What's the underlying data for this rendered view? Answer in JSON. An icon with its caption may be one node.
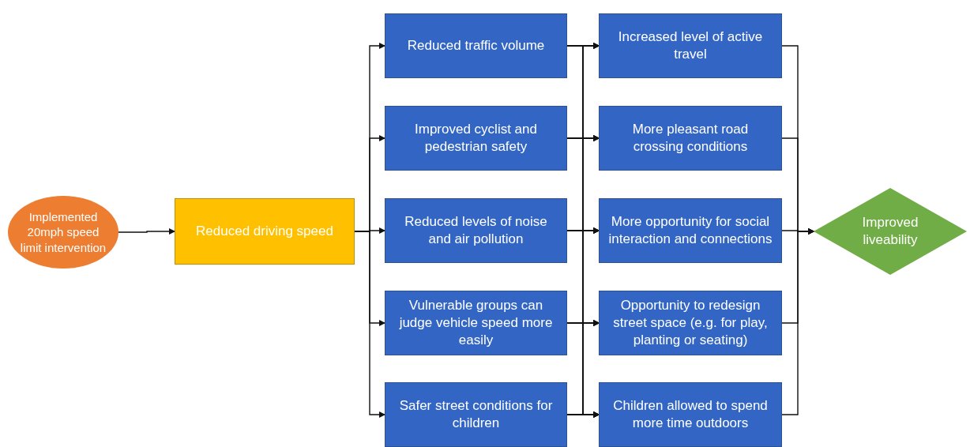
{
  "diagram": {
    "nodes": [
      {
        "text": [
          "Implemented 20mph speed limit intervention"
        ]
      },
      {
        "text": [
          "Reduced driving speed"
        ]
      },
      {
        "text": [
          "Reduced traffic volume"
        ]
      },
      {
        "text": [
          "Improved cyclist and pedestrian safety"
        ]
      },
      {
        "text": [
          "Reduced levels of noise and air pollution"
        ]
      },
      {
        "text": [
          "Vulnerable groups can judge vehicle speed more easily"
        ]
      },
      {
        "text": [
          "Safer street conditions for children"
        ]
      },
      {
        "text": [
          "Increased level of active travel"
        ]
      },
      {
        "text": [
          "More pleasant road crossing conditions"
        ]
      },
      {
        "text": [
          "More opportunity for social interaction and connections"
        ]
      },
      {
        "text": [
          "Opportunity to redesign street space (e.g. for play, planting or seating)"
        ]
      },
      {
        "text": [
          "Children allowed to spend more time outdoors"
        ]
      },
      {
        "text": [
          "Improved liveability"
        ]
      }
    ],
    "edges": [
      {
        "from": 0,
        "to": 1,
        "arrow": "to"
      },
      {
        "from": 1,
        "to": 2,
        "arrow": "to"
      },
      {
        "from": 1,
        "to": 3,
        "arrow": "to"
      },
      {
        "from": 1,
        "to": 4,
        "arrow": "to"
      },
      {
        "from": 1,
        "to": 5,
        "arrow": "to"
      },
      {
        "from": 1,
        "to": 6,
        "arrow": "to"
      },
      {
        "from": 2,
        "to": 7,
        "arrow": "to"
      },
      {
        "from": 2,
        "to": 8,
        "arrow": "to"
      },
      {
        "from": 2,
        "to": 9,
        "arrow": "to"
      },
      {
        "from": 2,
        "to": 10,
        "arrow": "to"
      },
      {
        "from": 2,
        "to": 11,
        "arrow": "to"
      },
      {
        "from": 3,
        "to": 7,
        "arrow": "to"
      },
      {
        "from": 3,
        "to": 8,
        "arrow": "to"
      },
      {
        "from": 3,
        "to": 9,
        "arrow": "to"
      },
      {
        "from": 3,
        "to": 10,
        "arrow": "to"
      },
      {
        "from": 3,
        "to": 11,
        "arrow": "to"
      },
      {
        "from": 4,
        "to": 7,
        "arrow": "to"
      },
      {
        "from": 4,
        "to": 8,
        "arrow": "to"
      },
      {
        "from": 4,
        "to": 9,
        "arrow": "to"
      },
      {
        "from": 4,
        "to": 10,
        "arrow": "to"
      },
      {
        "from": 4,
        "to": 11,
        "arrow": "to"
      },
      {
        "from": 5,
        "to": 7,
        "arrow": "to"
      },
      {
        "from": 5,
        "to": 8,
        "arrow": "to"
      },
      {
        "from": 5,
        "to": 9,
        "arrow": "to"
      },
      {
        "from": 5,
        "to": 10,
        "arrow": "to"
      },
      {
        "from": 5,
        "to": 11,
        "arrow": "to"
      },
      {
        "from": 6,
        "to": 7,
        "arrow": "to"
      },
      {
        "from": 6,
        "to": 8,
        "arrow": "to"
      },
      {
        "from": 6,
        "to": 9,
        "arrow": "to"
      },
      {
        "from": 6,
        "to": 10,
        "arrow": "to"
      },
      {
        "from": 6,
        "to": 11,
        "arrow": "to"
      },
      {
        "from": 7,
        "to": 12,
        "arrow": "to"
      },
      {
        "from": 8,
        "to": 12,
        "arrow": "to"
      },
      {
        "from": 9,
        "to": 12,
        "arrow": "to"
      },
      {
        "from": 10,
        "to": 12,
        "arrow": "to"
      },
      {
        "from": 11,
        "to": 12,
        "arrow": "to"
      }
    ]
  }
}
